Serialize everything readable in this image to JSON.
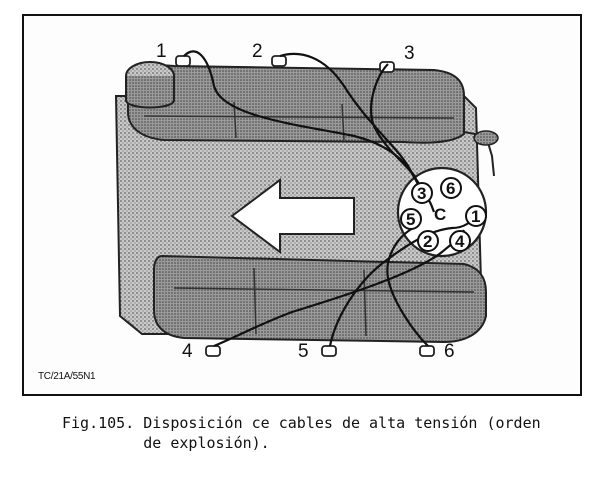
{
  "figure": {
    "cylinder_labels": [
      "1",
      "2",
      "3",
      "4",
      "5",
      "6"
    ],
    "distributor_numbers": [
      "3",
      "6",
      "5",
      "1",
      "2",
      "4"
    ],
    "rotation_symbol": "C",
    "reference_code": "TC/21A/55N1"
  },
  "caption": {
    "line1": "Fig.105. Disposición ce cables de alta tensión (orden",
    "line2": "         de explosión)."
  },
  "colors": {
    "ink": "#111111",
    "engine_shade": "#9a9a9a",
    "paper": "#ffffff"
  }
}
